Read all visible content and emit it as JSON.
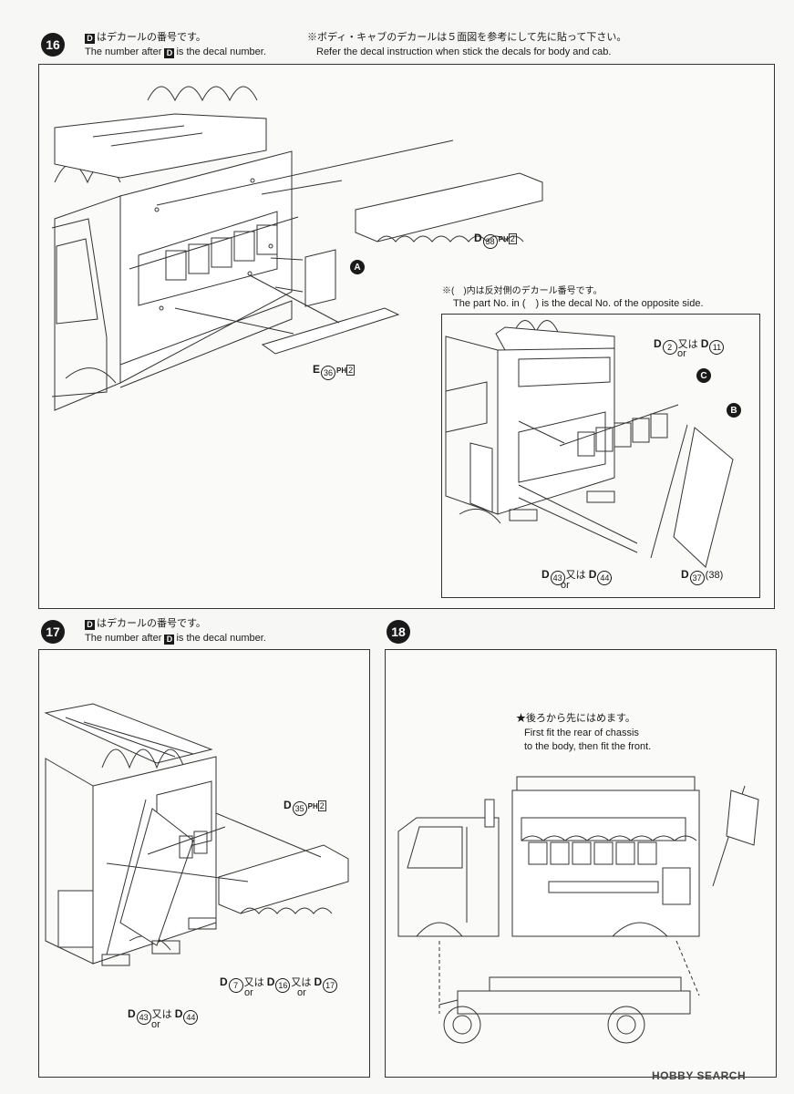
{
  "step16": {
    "number": "16",
    "note_jp": "はデカールの番号です。",
    "note_en_pre": "The number after",
    "note_en_post": "is the decal number.",
    "ref_jp": "※ボディ・キャブのデカールは５面図を参考にして先に貼って下さい。",
    "ref_en": "Refer the decal instruction when stick the decals for body and cab.",
    "label_d38": "38",
    "label_e36": "36",
    "part_a": "A",
    "sub_note_jp": "※(　)内は反対側のデカール番号です。",
    "sub_note_en": "The part No. in (　) is the decal No. of the opposite side.",
    "sub_d2": "2",
    "sub_d11": "11",
    "sub_d43": "43",
    "sub_d44": "44",
    "sub_d37": "37",
    "sub_d38": "(38)",
    "part_c": "C",
    "part_b": "B"
  },
  "step17": {
    "number": "17",
    "note_jp": "はデカールの番号です。",
    "note_en_pre": "The number after",
    "note_en_post": "is the decal number.",
    "label_d35": "35",
    "d7": "7",
    "d16": "16",
    "d17": "17",
    "d43": "43",
    "d44": "44"
  },
  "step18": {
    "number": "18",
    "note_jp": "★後ろから先にはめます。",
    "note_en_1": "First fit the rear of chassis",
    "note_en_2": "to the body, then fit the front."
  },
  "common": {
    "d": "D",
    "e": "E",
    "or": "or",
    "matawa": "又は",
    "paint": "PH",
    "paint_num": "2"
  },
  "watermark": "HOBBY SEARCH"
}
